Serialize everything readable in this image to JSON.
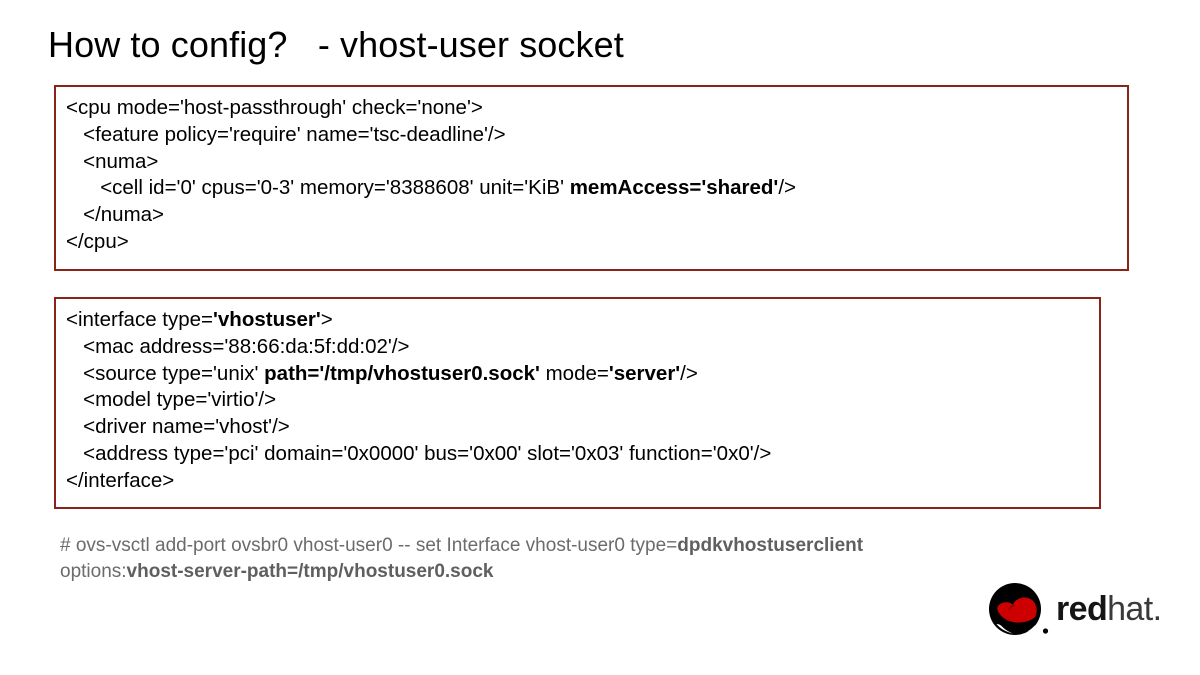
{
  "slide": {
    "title": "How to config?   - vhost-user socket",
    "background_color": "#ffffff",
    "box_border_color": "#8B2418",
    "command_text_color": "#6b6b6b"
  },
  "code_box_cpu": {
    "lines": [
      {
        "indent": 0,
        "segments": [
          {
            "text": "<cpu mode='host-passthrough' check='none'>",
            "bold": false
          }
        ]
      },
      {
        "indent": 1,
        "segments": [
          {
            "text": "<feature policy='require' name='tsc-deadline'/>",
            "bold": false
          }
        ]
      },
      {
        "indent": 1,
        "segments": [
          {
            "text": "<numa>",
            "bold": false
          }
        ]
      },
      {
        "indent": 2,
        "segments": [
          {
            "text": "<cell id='0' cpus='0-3' memory='8388608' unit='KiB' ",
            "bold": false
          },
          {
            "text": "memAccess='shared'",
            "bold": true
          },
          {
            "text": "/>",
            "bold": false
          }
        ]
      },
      {
        "indent": 1,
        "segments": [
          {
            "text": "</numa>",
            "bold": false
          }
        ]
      },
      {
        "indent": 0,
        "segments": [
          {
            "text": "</cpu>",
            "bold": false
          }
        ]
      }
    ]
  },
  "code_box_interface": {
    "lines": [
      {
        "indent": 0,
        "segments": [
          {
            "text": "<interface type=",
            "bold": false
          },
          {
            "text": "'vhostuser'",
            "bold": true
          },
          {
            "text": ">",
            "bold": false
          }
        ]
      },
      {
        "indent": 1,
        "segments": [
          {
            "text": "<mac address='88:66:da:5f:dd:02'/>",
            "bold": false
          }
        ]
      },
      {
        "indent": 1,
        "segments": [
          {
            "text": "<source type='unix' ",
            "bold": false
          },
          {
            "text": "path='/tmp/vhostuser0.sock'",
            "bold": true
          },
          {
            "text": " mode=",
            "bold": false
          },
          {
            "text": "'server'",
            "bold": true
          },
          {
            "text": "/>",
            "bold": false
          }
        ]
      },
      {
        "indent": 1,
        "segments": [
          {
            "text": "<model type='virtio'/>",
            "bold": false
          }
        ]
      },
      {
        "indent": 1,
        "segments": [
          {
            "text": "<driver name='vhost'/>",
            "bold": false
          }
        ]
      },
      {
        "indent": 1,
        "segments": [
          {
            "text": "<address type='pci' domain='0x0000' bus='0x00' slot='0x03' function='0x0'/>",
            "bold": false
          }
        ]
      },
      {
        "indent": 0,
        "segments": [
          {
            "text": "</interface>",
            "bold": false
          }
        ]
      }
    ]
  },
  "command": {
    "lines": [
      [
        {
          "text": "# ovs-vsctl add-port ovsbr0 vhost-user0 -- set Interface vhost-user0 type=",
          "bold": false
        },
        {
          "text": "dpdkvhostuserclient",
          "bold": true
        }
      ],
      [
        {
          "text": "options:",
          "bold": false
        },
        {
          "text": "vhost-server-path=/tmp/vhostuser0.sock",
          "bold": true
        }
      ]
    ]
  },
  "logo": {
    "name": "redhat-shadowman-logo",
    "word_bold": "red",
    "word_light": "hat",
    "word_dot": ".",
    "hat_color": "#CC0000",
    "circle_color": "#000000"
  }
}
